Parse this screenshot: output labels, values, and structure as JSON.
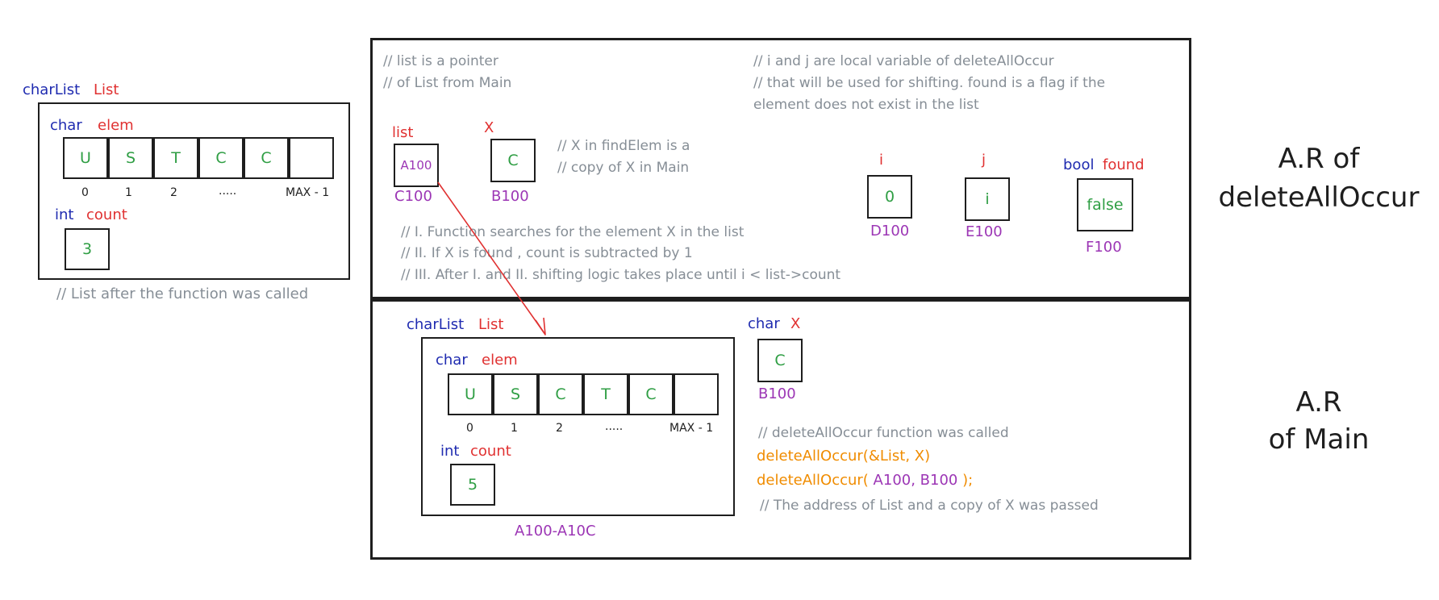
{
  "left_list": {
    "type_label": "charList",
    "var_label": "List",
    "elem_type": "char",
    "elem_name": "elem",
    "elems": [
      "U",
      "S",
      "T",
      "C",
      "C",
      ""
    ],
    "indices": [
      "0",
      "1",
      "2",
      ".....",
      "MAX - 1"
    ],
    "count_type": "int",
    "count_name": "count",
    "count_value": "3",
    "caption": "// List after the function was called"
  },
  "ar_delete": {
    "label_line1": "A.R of",
    "label_line2": "deleteAllOccur",
    "comment_list": [
      "// list is a pointer",
      "// of List from Main"
    ],
    "comment_ij": [
      "// i and j are local variable of deleteAllOccur",
      "// that will be used for shifting. found is a flag if the",
      "element does not exist in the list"
    ],
    "list_ptr": {
      "name": "list",
      "value": "A100",
      "address": "C100"
    },
    "x_var": {
      "name": "X",
      "value": "C",
      "address": "B100"
    },
    "comment_x": [
      "// X in findElem is a",
      "// copy of X in Main"
    ],
    "i_var": {
      "name": "i",
      "value": "0",
      "address": "D100"
    },
    "j_var": {
      "name": "j",
      "value": "i",
      "address": "E100"
    },
    "found_var": {
      "type": "bool",
      "name": "found",
      "value": "false",
      "address": "F100"
    },
    "steps": [
      "//   I. Function searches for the element X in the list",
      "//  II. If X is found , count is subtracted by 1",
      "// III. After I. and II. shifting logic takes place until i < list->count"
    ]
  },
  "ar_main": {
    "label_line1": "A.R",
    "label_line2": "of Main",
    "list": {
      "type_label": "charList",
      "var_label": "List",
      "elem_type": "char",
      "elem_name": "elem",
      "elems": [
        "U",
        "S",
        "C",
        "T",
        "C",
        ""
      ],
      "indices": [
        "0",
        "1",
        "2",
        ".....",
        "MAX - 1"
      ],
      "count_type": "int",
      "count_name": "count",
      "count_value": "5",
      "address": "A100-A10C"
    },
    "x_var": {
      "type": "char",
      "name": "X",
      "value": "C",
      "address": "B100"
    },
    "comment_called": "// deleteAllOccur function was called",
    "call1": "deleteAllOccur(&List, X)",
    "call2_prefix": "deleteAllOccur( ",
    "call2_args": "A100, B100",
    "call2_suffix": " );",
    "comment_passed": "// The address of List and a copy of X was passed"
  },
  "colors": {
    "type": "#1f2bb0",
    "name": "#e03131",
    "value": "#2f9e44",
    "address": "#9c36b5",
    "comment": "#868e96",
    "code": "#f08c00"
  }
}
